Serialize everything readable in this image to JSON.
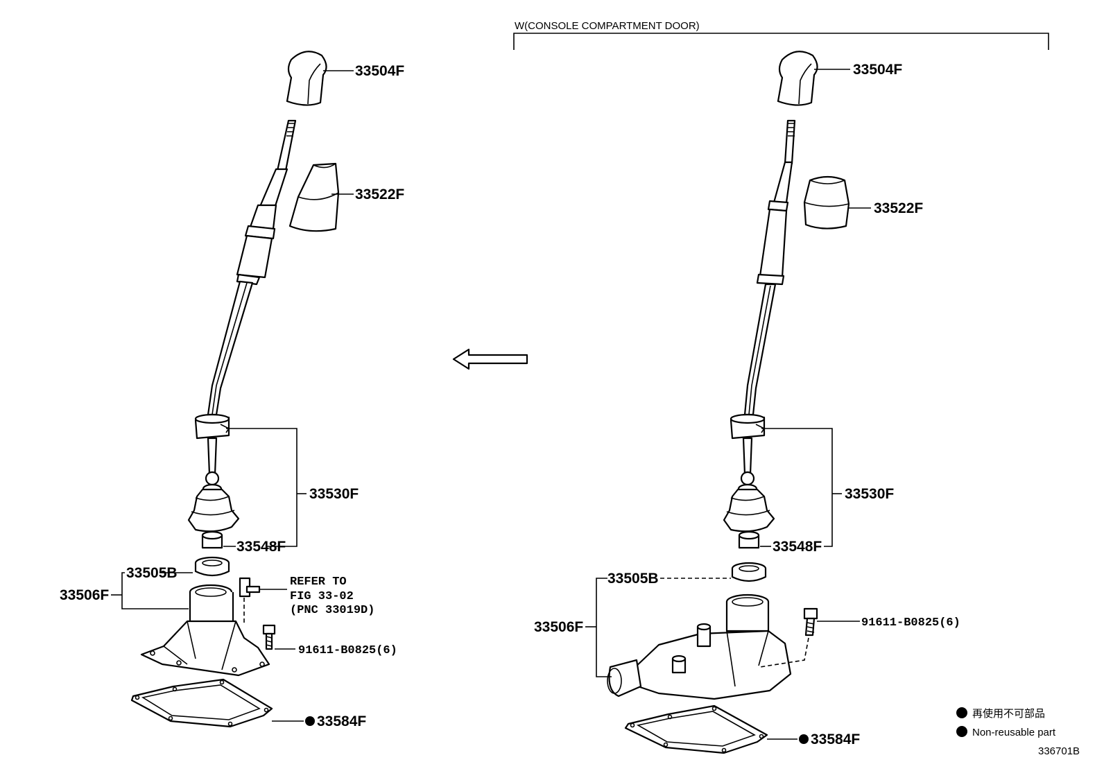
{
  "header": {
    "variant_label": "W(CONSOLE COMPARTMENT DOOR)"
  },
  "left_assembly": {
    "labels": {
      "knob": "33504F",
      "boot": "33522F",
      "lever_sub_assy": "33530F",
      "bushing": "33548F",
      "seat": "33505B",
      "retainer": "33506F",
      "bolt": "91611-B0825(6)",
      "gasket": "33584F"
    },
    "reference": {
      "line1": "REFER TO",
      "line2": "FIG 33-02",
      "line3": "(PNC 33019D)"
    }
  },
  "right_assembly": {
    "labels": {
      "knob": "33504F",
      "boot": "33522F",
      "lever_sub_assy": "33530F",
      "bushing": "33548F",
      "seat": "33505B",
      "retainer": "33506F",
      "bolt": "91611-B0825(6)",
      "gasket": "33584F"
    }
  },
  "legend": {
    "japanese": "再使用不可部品",
    "english": "Non-reusable part"
  },
  "figure_id": "336701B"
}
